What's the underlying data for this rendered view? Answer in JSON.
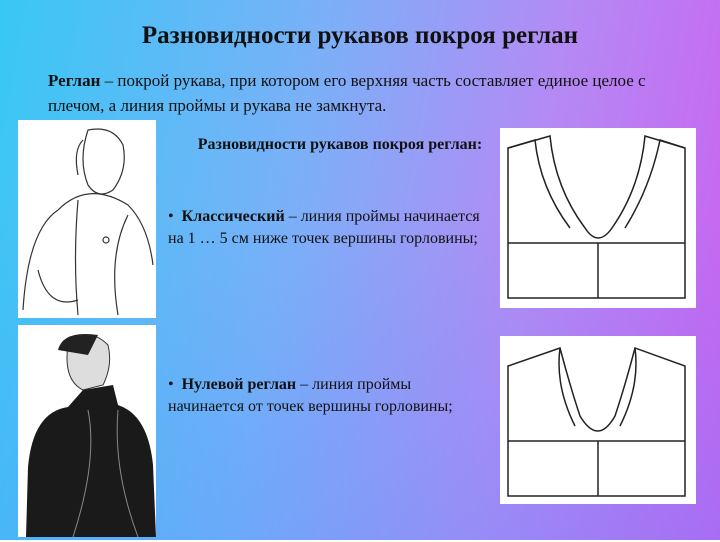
{
  "title": "Разновидности рукавов покроя реглан",
  "intro": {
    "term": "Реглан",
    "text": " – покрой рукава, при котором его верхняя часть составляет единое целое с плечом, а линия проймы и рукава  не замкнута."
  },
  "subtitle": "Разновидности рукавов покроя реглан:",
  "items": [
    {
      "bullet": "•",
      "term": "Классический",
      "text": " – линия проймы начинается на 1 … 5 см ниже точек вершины горловины;"
    },
    {
      "bullet": "•",
      "term": "Нулевой реглан",
      "text": " – линия проймы начинается от точек вершины горловины;"
    }
  ]
}
